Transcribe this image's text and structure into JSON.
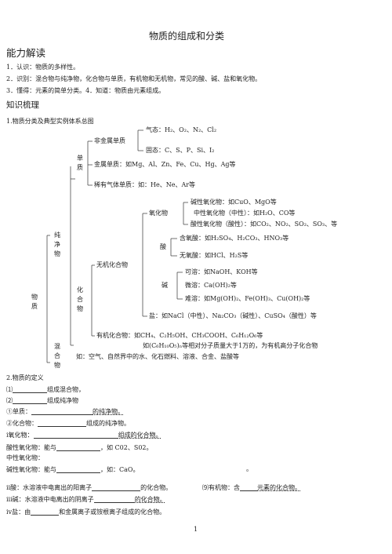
{
  "title": "物质的组成和分类",
  "section1": {
    "heading": "能力解读",
    "items": [
      "1．认识：物质的多样性。",
      "2．识别：混合物与纯净物，化合物与单质，有机物和无机物，常见的酸、碱、盐和氧化物。",
      "3．懂得：元素的简单分类。4．知道：物质由元素组成。"
    ]
  },
  "section2": {
    "heading": "知识梳理",
    "diagram_title": "1.物质分类及典型实例体系总图"
  },
  "tree": {
    "root": "物质",
    "pure": "纯净物",
    "mixture": "混合物",
    "mixture_examples": "如：空气、自然界中的水、化石燃料、溶液、合金、盐酸等",
    "element": "单质",
    "compound": "化合物",
    "nonmetal": "非金属单质",
    "gas": "气态：H₂、O₂、N₂、Cl₂",
    "solid": "固态：C、S、P、Si、I₂",
    "metal": "金属单质：如Mg、Al、Zn、Fe、Cu、Hg、Ag等",
    "noble": "稀有气体单质：如：He、Ne、Ar等",
    "inorganic": "无机化合物",
    "oxide": "氧化物",
    "basic_oxide": "碱性氧化物：如CuO、MgO等",
    "neutral_oxide": "中性氧化物（中性）：如H₂O、CO等",
    "acidic_oxide": "酸性氧化物（酸性）：如CO₂、NO₂、SO₂、SO₃、等",
    "acid": "酸",
    "oxyacid": "含氧酸：如H₂SO₄、H₂CO₃、HNO₃等",
    "nonoxyacid": "无氧酸：如HCl、H₂S等",
    "base": "碱",
    "soluble": "可溶：如NaOH、KOH等",
    "slightly": "微溶：Ca(OH)₂等",
    "insoluble": "难溶：如Mg(OH)₂、Fe(OH)₃、Cu(OH)₂等",
    "salt": "盐：如NaCl（中性）、Na₂CO₃（碱性）、CuSO₄（酸性）等",
    "organic": "有机化合物：如CH₄、C₂H₅OH、CH₃COOH、C₆H₁₂O₆等",
    "organic_note": "如(C₆H₁₀O₅)ₙ等相对分子质量大于1万的，为有机高分子化合物"
  },
  "definitions": {
    "heading": "2.物质的定义",
    "l1_prefix": "⑴",
    "l1_suffix": "组成混合物，",
    "l2_prefix": "⑵",
    "l2_suffix": "组成纯净物",
    "l3_prefix": "①单质：",
    "l3_suffix": "的纯净物。",
    "l4_prefix": "②化合物：",
    "l4_suffix": "组成的纯净物。",
    "l5_prefix": "ⅰ氧化物：",
    "l5_suffix": "组成的化合物。",
    "l6_prefix": "酸性氧化物：能与",
    "l6_suffix": "，如 C02、S02。",
    "l7": "中性氧化物：",
    "l8_prefix": "碱性氧化物：能与",
    "l8_suffix": "，如：CaO。",
    "l8_mark": "。",
    "l9_prefix": "ⅱ酸：水溶液中电离出的阳离子",
    "l9_mid": "的化合物。",
    "l9_organic_prefix": "⑼有机物：含",
    "l9_organic_suffix": "元素的化合物。",
    "l10_prefix": "ⅲ碱：水溶液中电离出的阴离子",
    "l10_suffix": "的化合物。",
    "l11_prefix": "ⅳ盐：由",
    "l11_suffix": "和金属离子或铵根离子组成的化合物。"
  },
  "page_number": "1"
}
